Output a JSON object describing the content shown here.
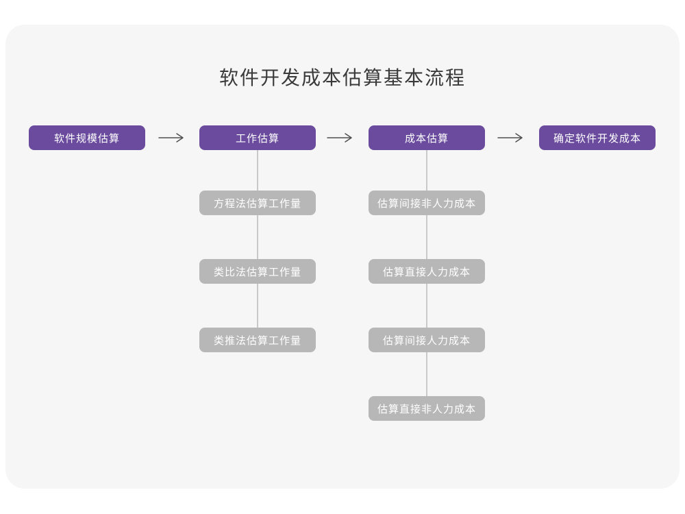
{
  "title": "软件开发成本估算基本流程",
  "flow": {
    "stages": [
      {
        "label": "软件规模估算",
        "substeps": []
      },
      {
        "label": "工作估算",
        "substeps": [
          "方程法估算工作量",
          "类比法估算工作量",
          "类推法估算工作量"
        ]
      },
      {
        "label": "成本估算",
        "substeps": [
          "估算间接非人力成本",
          "估算直接人力成本",
          "估算间接人力成本",
          "估算直接非人力成本"
        ]
      },
      {
        "label": "确定软件开发成本",
        "substeps": []
      }
    ],
    "arrow_icon": "right-arrow"
  },
  "colors": {
    "canvas": "#f6f6f6",
    "title_text": "#3a3a3a",
    "stage_fill": "#6a4b9e",
    "stage_text": "#ffffff",
    "substep_fill": "#b7b7b7",
    "substep_text": "#ffffff",
    "connector": "#c9c9c9",
    "arrow": "#4f4f4f"
  }
}
